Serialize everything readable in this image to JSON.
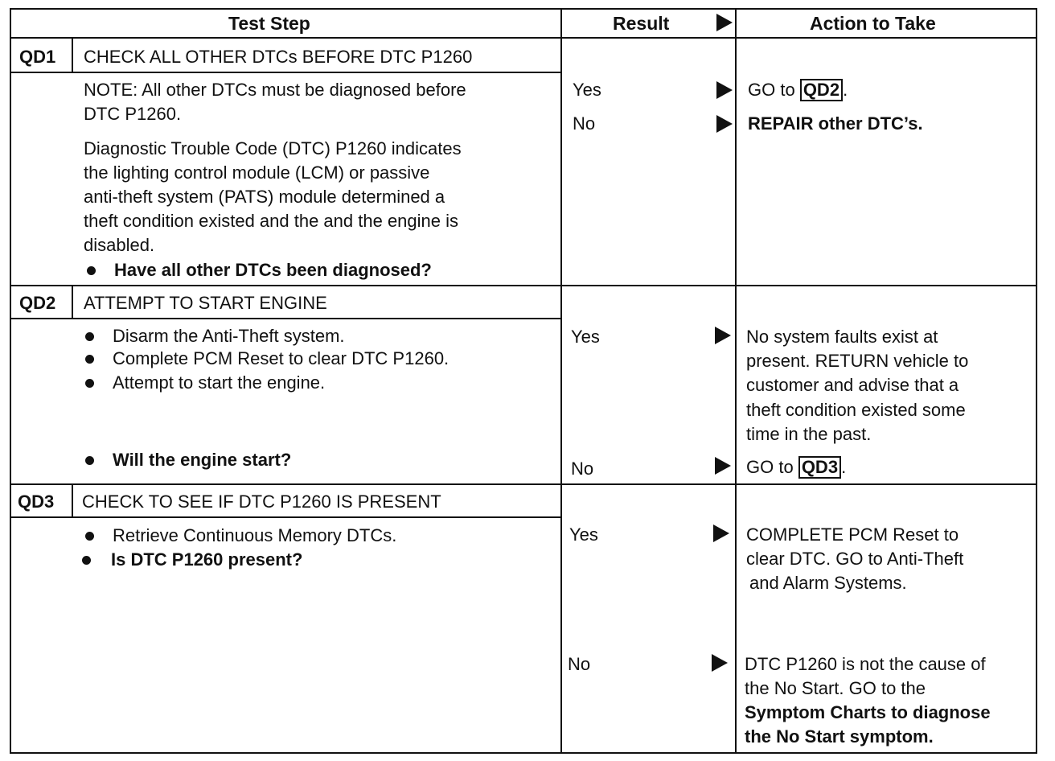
{
  "header": {
    "test_step": "Test Step",
    "result": "Result",
    "action": "Action to Take"
  },
  "qd1": {
    "id": "QD1",
    "title": "CHECK ALL OTHER DTCs BEFORE DTC P1260",
    "note_lines": [
      "NOTE: All other DTCs must be diagnosed before",
      "DTC P1260."
    ],
    "desc_lines": [
      "Diagnostic Trouble Code (DTC) P1260 indicates",
      "the lighting control module (LCM) or passive",
      "anti-theft system (PATS) module determined a",
      "theft condition existed and the and the engine is",
      "disabled."
    ],
    "question": "Have all other DTCs been diagnosed?",
    "yes_label": "Yes",
    "yes_action_prefix": "GO to",
    "yes_action_ref": "QD2",
    "yes_action_suffix": ".",
    "no_label": "No",
    "no_action": "REPAIR other DTC’s."
  },
  "qd2": {
    "id": "QD2",
    "title": "ATTEMPT TO START ENGINE",
    "steps": [
      "Disarm the Anti-Theft system.",
      "Complete PCM Reset to clear DTC P1260.",
      "Attempt to start the engine."
    ],
    "question": "Will the engine start?",
    "yes_label": "Yes",
    "yes_action_lines": [
      "No system faults exist at",
      "present. RETURN vehicle to",
      "customer and advise that a",
      "theft condition existed some",
      "time in the past."
    ],
    "no_label": "No",
    "no_action_prefix": "GO to",
    "no_action_ref": "QD3",
    "no_action_suffix": "."
  },
  "qd3": {
    "id": "QD3",
    "title": "CHECK TO SEE IF DTC P1260 IS PRESENT",
    "steps": [
      "Retrieve Continuous Memory DTCs."
    ],
    "question": "Is DTC P1260 present?",
    "yes_label": "Yes",
    "yes_action_lines": [
      "COMPLETE PCM Reset to",
      "clear DTC. GO to Anti-Theft",
      "and Alarm Systems."
    ],
    "no_label": "No",
    "no_action_lines": [
      "DTC P1260 is not the cause of",
      "the No Start. GO to the",
      "Symptom Charts to diagnose",
      "the No Start symptom."
    ]
  }
}
